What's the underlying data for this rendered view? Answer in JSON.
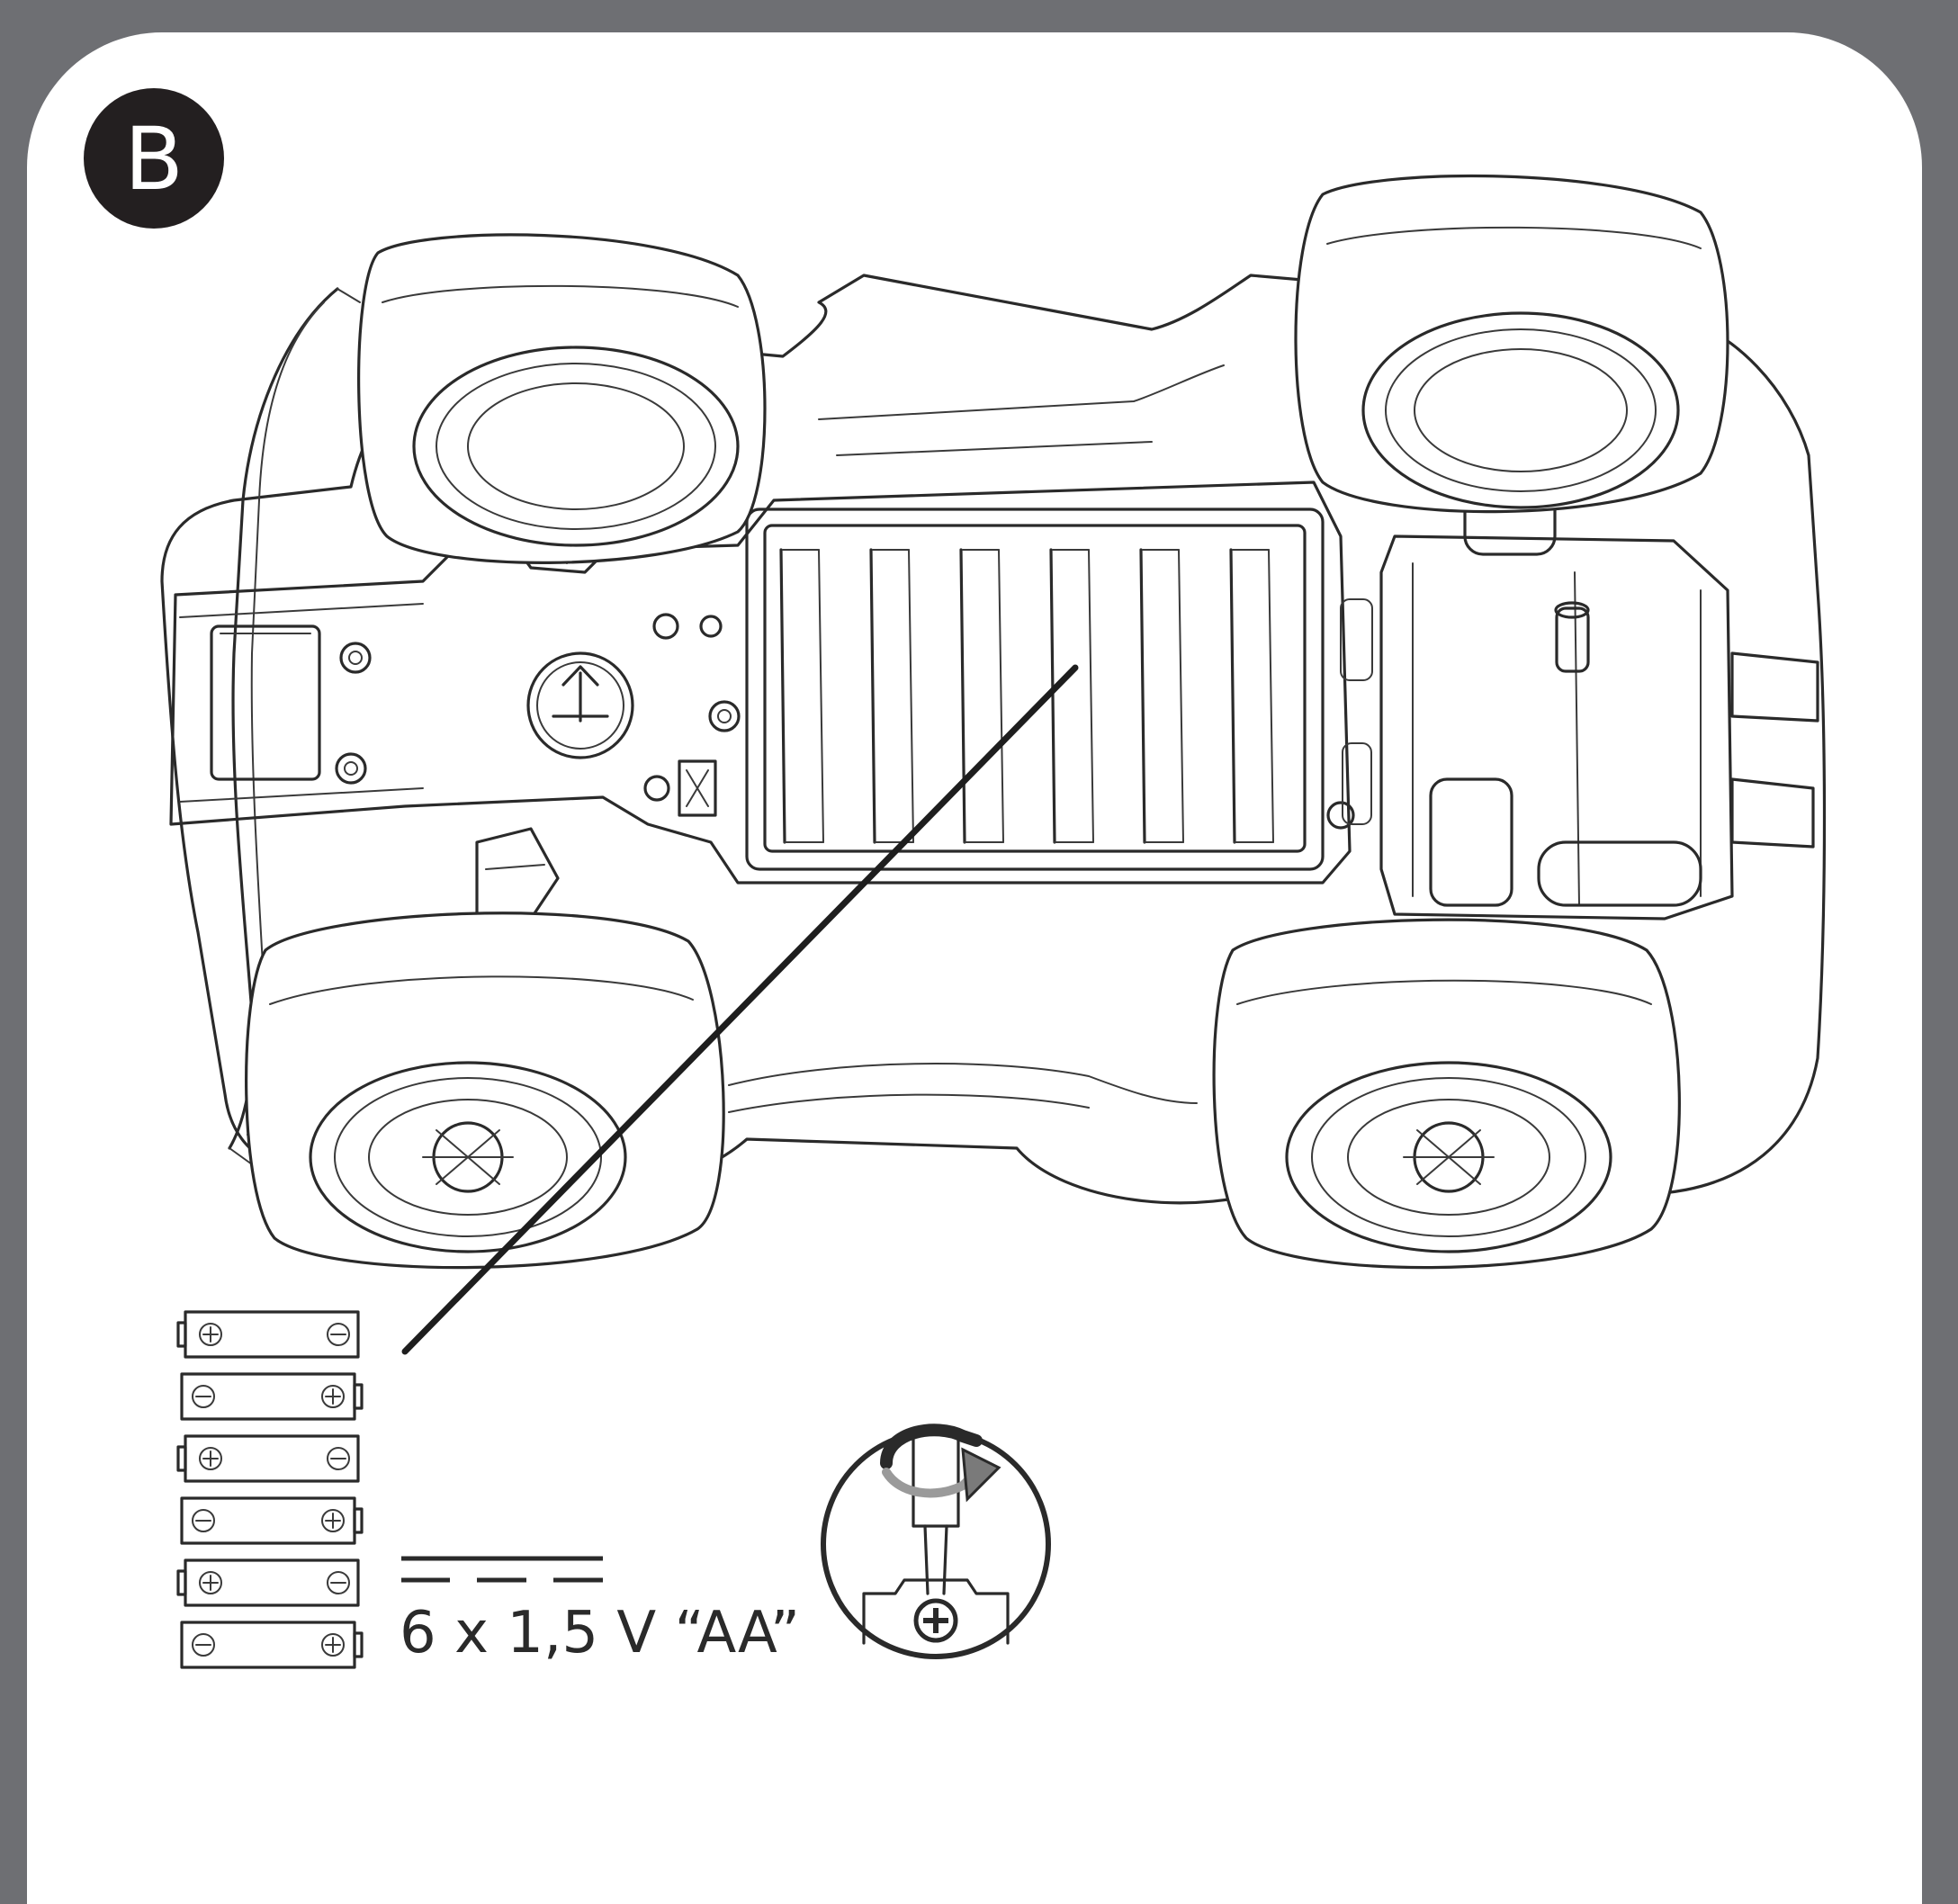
{
  "step_badge": {
    "label": "B",
    "color": "#231f20"
  },
  "battery": {
    "count": 6,
    "orientations": [
      "plus-left",
      "minus-left",
      "plus-left",
      "minus-left",
      "plus-left",
      "minus-left"
    ],
    "spec_label": "6 x 1,5 V “AA”",
    "dc_symbol": "direct-current-symbol"
  },
  "icons": {
    "toy": "toy-car-underside-illustration",
    "tool": "screwdriver-icon"
  },
  "colors": {
    "frame": "#6e6f73",
    "panel": "#ffffff",
    "ink": "#2a2a2a"
  }
}
